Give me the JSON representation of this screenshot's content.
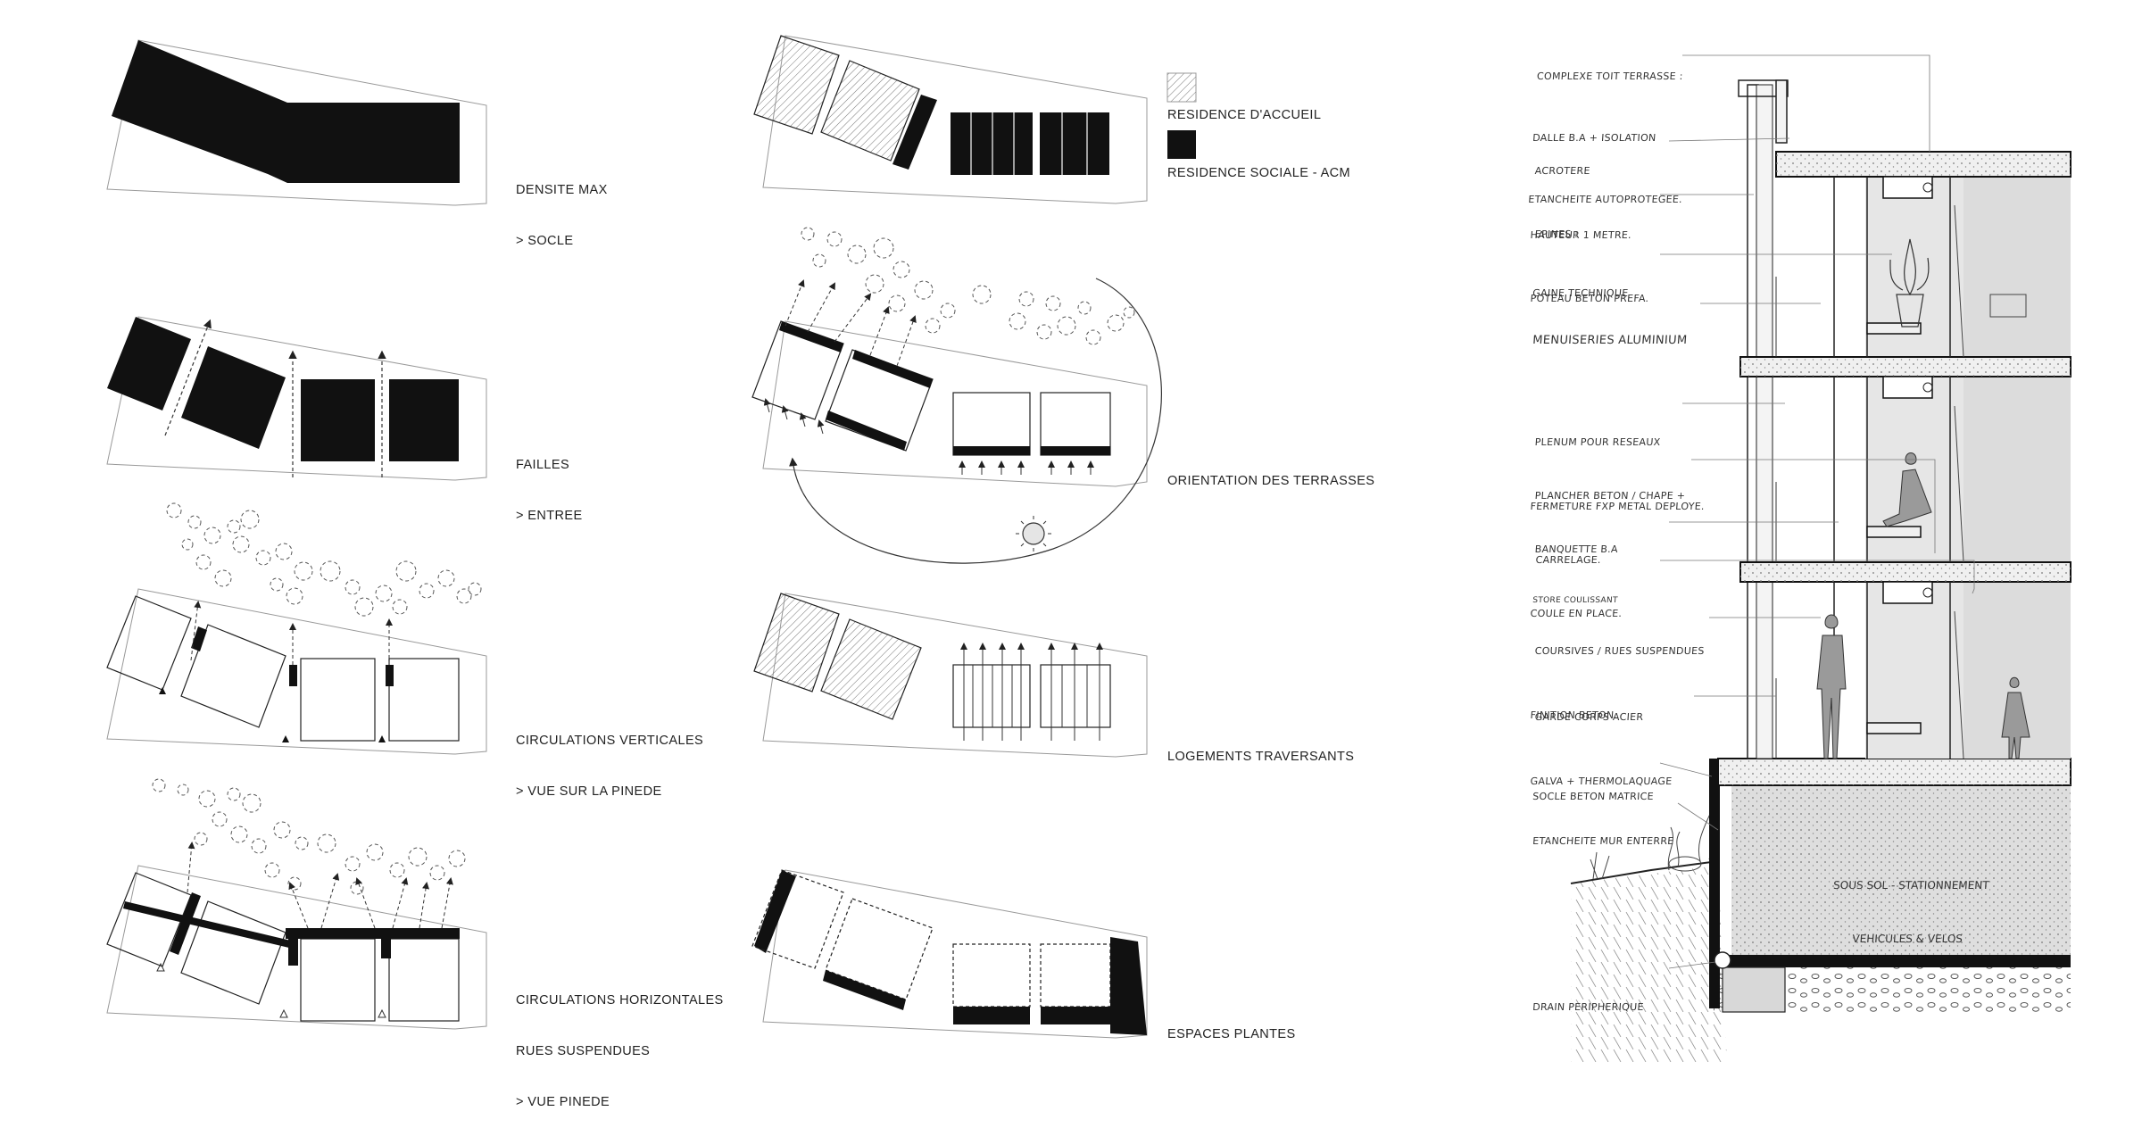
{
  "diagrams": {
    "densite": [
      "DENSITE MAX",
      "> SOCLE"
    ],
    "failles": [
      "FAILLES",
      "> ENTREE"
    ],
    "circ_vert": [
      "CIRCULATIONS VERTICALES",
      "> VUE SUR LA PINEDE"
    ],
    "circ_horiz": [
      "CIRCULATIONS HORIZONTALES",
      "RUES SUSPENDUES",
      "> VUE PINEDE"
    ],
    "orientation": [
      "ORIENTATION DES TERRASSES"
    ],
    "traversants": [
      "LOGEMENTS TRAVERSANTS"
    ],
    "espaces": [
      "ESPACES PLANTES"
    ]
  },
  "legend": {
    "accueil": "RESIDENCE D'ACCUEIL",
    "sociale": "RESIDENCE SOCIALE - ACM"
  },
  "section": {
    "notes": [
      [
        "COMPLEXE TOIT TERRASSE :",
        "DALLE B.A + ISOLATION",
        "ETANCHEITE AUTOPROTEGEE."
      ],
      [
        "ACROTERE",
        "HAUTEUR 1 METRE."
      ],
      [
        "EPINES :",
        "POTEAU BETON PREFA."
      ],
      [
        "GAINE TECHNIQUE"
      ],
      [
        "MENUISERIES ALUMINIUM"
      ],
      [
        "PLENUM POUR RESEAUX",
        "FERMETURE FXP METAL DEPLOYE."
      ],
      [
        "PLANCHER BETON / CHAPE +",
        "CARRELAGE."
      ],
      [
        "BANQUETTE B.A",
        "COULE EN PLACE."
      ],
      [
        "STORE COULISSANT"
      ],
      [
        "COURSIVES / RUES SUSPENDUES",
        "FINITION BETON."
      ],
      [
        "GARDE CORPS ACIER",
        "GALVA + THERMOLAQUAGE"
      ],
      [
        "SOCLE BETON MATRICE"
      ],
      [
        "ETANCHEITE MUR ENTERRE"
      ],
      [
        "DRAIN PERIPHERIQUE"
      ]
    ],
    "parking": [
      "SOUS SOL - STATIONNEMENT",
      "VEHICULES & VELOS"
    ]
  },
  "colors": {
    "ink": "#111111",
    "line": "#333333",
    "grey": "#d9d9d9",
    "shade": "#e9e9e9",
    "paper": "#ffffff"
  }
}
